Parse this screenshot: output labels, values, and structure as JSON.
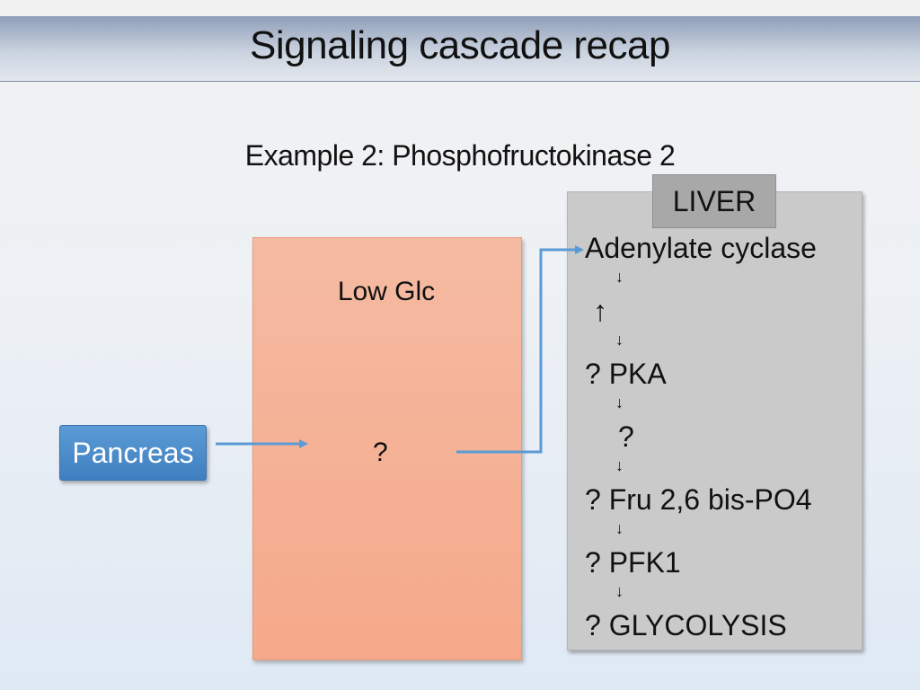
{
  "title": "Signaling cascade recap",
  "subtitle": "Example 2: Phosphofructokinase 2",
  "low_glc_box": {
    "label": "Low Glc",
    "center_text": "?"
  },
  "pancreas_label": "Pancreas",
  "liver": {
    "tag": "LIVER",
    "steps": {
      "adenylate": "Adenylate cyclase",
      "up_arrow": "↑",
      "pka": "? PKA",
      "mid_q": "?",
      "fru": "? Fru 2,6 bis-PO4",
      "pfk1": "? PFK1",
      "glycolysis": "? GLYCOLYSIS"
    },
    "down_arrow_glyph": "↓"
  },
  "colors": {
    "connector": "#5b9bd5",
    "low_glc_fill": "#f5a98a",
    "liver_fill": "#cacaca",
    "pancreas_fill": "#4a8ccb"
  }
}
